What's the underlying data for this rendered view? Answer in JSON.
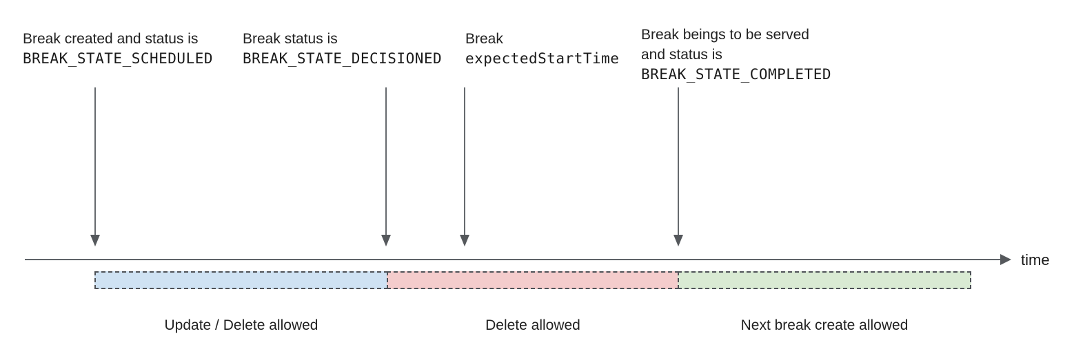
{
  "annotations": [
    {
      "text": "Break created and status is",
      "code": "BREAK_STATE_SCHEDULED"
    },
    {
      "text": "Break status is",
      "code": "BREAK_STATE_DECISIONED"
    },
    {
      "text": "Break",
      "code": "expectedStartTime"
    },
    {
      "text": "Break beings to be served\nand status is",
      "code": "BREAK_STATE_COMPLETED"
    }
  ],
  "timeline": {
    "label": "time",
    "axis_color": "#5f6368",
    "arrow_color": "#55585c"
  },
  "segments": [
    {
      "label": "Update / Delete allowed",
      "color": "#cfe2f3"
    },
    {
      "label": "Delete allowed",
      "color": "#f4cccc"
    },
    {
      "label": "Next break create allowed",
      "color": "#d9ead3"
    }
  ]
}
